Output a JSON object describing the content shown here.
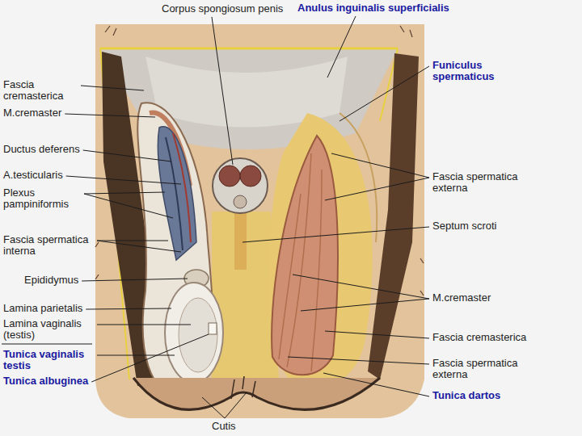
{
  "diagram": {
    "labels": [
      "Corpus spongiosum penis",
      "Anulus inguinalis superficialis",
      "Fascia cremasterica",
      "M.cremaster",
      "Ductus deferens",
      "A.testicularis",
      "Plexus pampiniformis",
      "Fascia spermatica interna",
      "Epididymus",
      "Lamina parietalis",
      "Lamina vaginalis (testis)",
      "Tunica vaginalis testis",
      "Tunica albuginea",
      "Funiculus spermaticus",
      "Fascia spermatica externa",
      "Septum scroti",
      "M.cremaster",
      "Fascia cremasterica",
      "Fascia spermatica externa",
      "Tunica dartos",
      "Cutis"
    ]
  }
}
